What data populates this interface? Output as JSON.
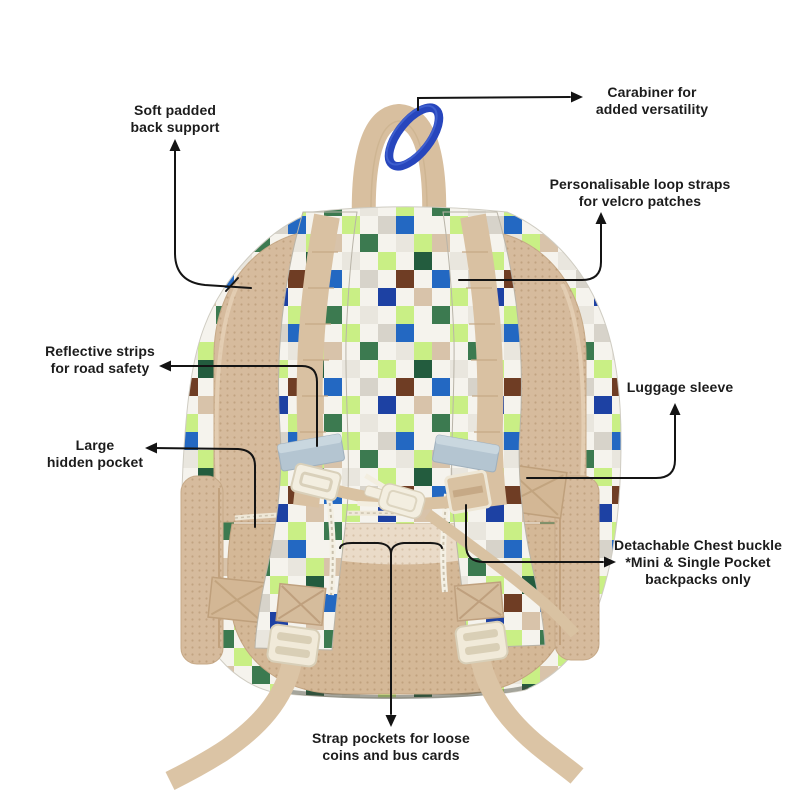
{
  "page": {
    "background": "#ffffff",
    "subject": "backpack back view with feature callouts"
  },
  "colors": {
    "label_text": "#1c1c1c",
    "callout_line": "#141414",
    "carabiner_blue": "#2746bd",
    "pad_tan": "#d6bb9d",
    "webbing_tan": "#d9c2a2",
    "buckle_cream": "#f1ead9",
    "reflective_gray": "#b4c5d1",
    "checker_palette": [
      "#f5f3ed",
      "#e9e6de",
      "#d7d3ca",
      "#d8c3aa",
      "#c9ef85",
      "#3c7a50",
      "#235c3e",
      "#2368c2",
      "#1d41a3",
      "#6f3d24"
    ]
  },
  "annotations": {
    "soft_padded": {
      "lines": [
        "Soft padded",
        "back support"
      ]
    },
    "carabiner": {
      "lines": [
        "Carabiner for",
        "added versatility"
      ]
    },
    "loop_straps": {
      "lines": [
        "Personalisable loop straps",
        "for velcro patches"
      ]
    },
    "reflective": {
      "lines": [
        "Reflective strips",
        "for road safety"
      ]
    },
    "hidden_pocket": {
      "lines": [
        "Large",
        "hidden pocket"
      ]
    },
    "luggage_sleeve": {
      "lines": [
        "Luggage sleeve"
      ]
    },
    "chest_buckle": {
      "lines": [
        "Detachable Chest buckle",
        "*Mini & Single Pocket",
        "backpacks only"
      ]
    },
    "strap_pockets": {
      "lines": [
        "Strap pockets for loose",
        "coins and bus cards"
      ]
    }
  }
}
